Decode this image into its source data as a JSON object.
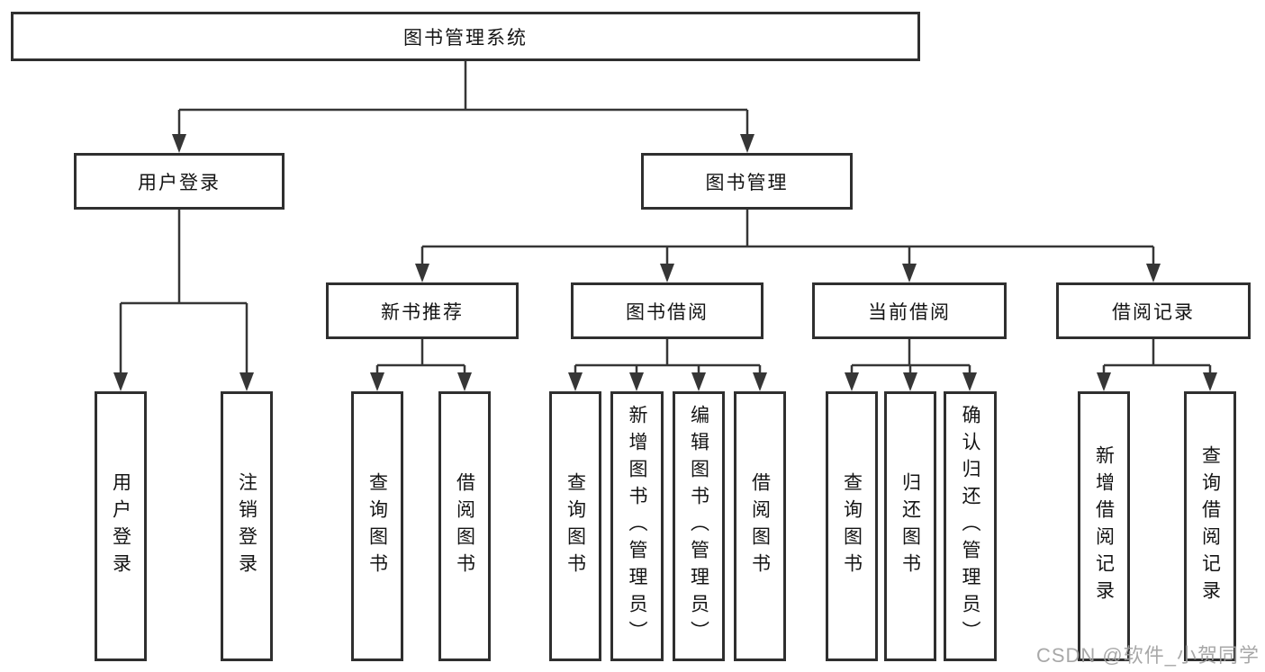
{
  "tree": {
    "root": {
      "label": "图书管理系统",
      "children": [
        {
          "label": "用户登录",
          "children": [
            {
              "label": "用户登录"
            },
            {
              "label": "注销登录"
            }
          ]
        },
        {
          "label": "图书管理",
          "children": [
            {
              "label": "新书推荐",
              "children": [
                {
                  "label": "查询图书"
                },
                {
                  "label": "借阅图书"
                }
              ]
            },
            {
              "label": "图书借阅",
              "children": [
                {
                  "label": "查询图书"
                },
                {
                  "label": "新增图书（管理员）"
                },
                {
                  "label": "编辑图书（管理员）"
                },
                {
                  "label": "借阅图书"
                }
              ]
            },
            {
              "label": "当前借阅",
              "children": [
                {
                  "label": "查询图书"
                },
                {
                  "label": "归还图书"
                },
                {
                  "label": "确认归还（管理员）"
                }
              ]
            },
            {
              "label": "借阅记录",
              "children": [
                {
                  "label": "新增借阅记录"
                },
                {
                  "label": "查询借阅记录"
                }
              ]
            }
          ]
        }
      ]
    }
  },
  "watermark": {
    "text": "CSDN @软件_小贺同学"
  },
  "colors": {
    "line": "#363636",
    "border": "#2f2f2f",
    "text": "#141414",
    "watermark": "#9e9e9e",
    "background": "#ffffff"
  }
}
